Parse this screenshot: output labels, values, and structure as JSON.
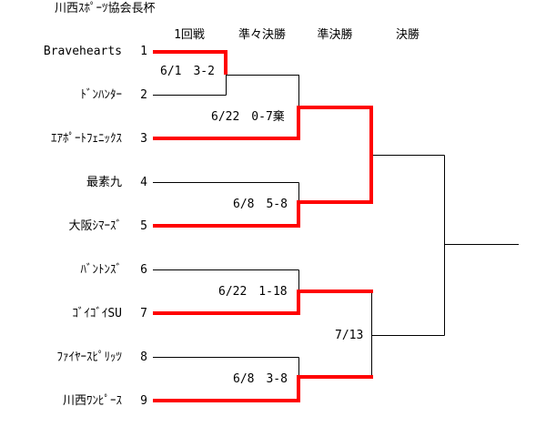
{
  "title": "川西ｽﾎﾟｰﾂ協会長杯",
  "rounds": [
    "1回戦",
    "準々決勝",
    "準決勝",
    "決勝"
  ],
  "teams": [
    {
      "seed": "1",
      "name": "Bravehearts"
    },
    {
      "seed": "2",
      "name": "ﾄﾞﾝﾊﾝﾀｰ"
    },
    {
      "seed": "3",
      "name": "ｴｱﾎﾟｰﾄﾌｪﾆｯｸｽ"
    },
    {
      "seed": "4",
      "name": "最素九"
    },
    {
      "seed": "5",
      "name": "大阪ｼﾏｰｽﾞ"
    },
    {
      "seed": "6",
      "name": "ﾊﾞﾝﾄﾝｽﾞ"
    },
    {
      "seed": "7",
      "name": "ｺﾞｲｺﾞｲSU"
    },
    {
      "seed": "8",
      "name": "ﾌｧｲﾔｰｽﾋﾟﾘｯﾂ"
    },
    {
      "seed": "9",
      "name": "川西ﾜﾝﾋﾟｰｽ"
    }
  ],
  "results": {
    "r1_1v2": "6/1　3-2",
    "qf_top": "6/22　0-7棄",
    "qf_4v5": "6/8　5-8",
    "qf_6v7": "6/22　1-18",
    "qf_8v9": "6/8　3-8",
    "sf_bottom": "7/13"
  },
  "colors": {
    "winner_line": "#ff0000",
    "line": "#000000"
  }
}
